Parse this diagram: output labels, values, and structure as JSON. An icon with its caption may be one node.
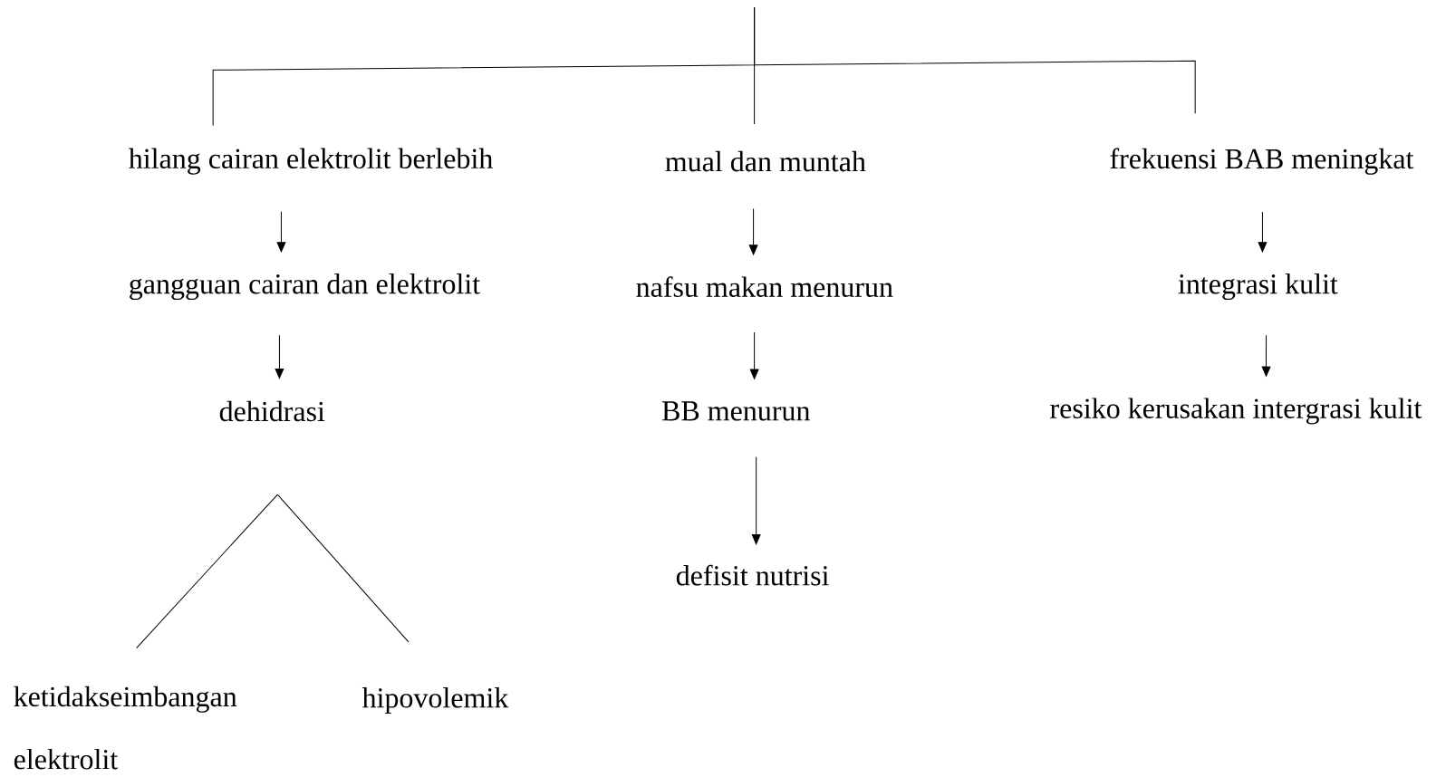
{
  "diagram": {
    "nodes": [
      {
        "text": [
          "hilang cairan elektrolit berlebih"
        ]
      },
      {
        "text": [
          "mual dan muntah"
        ]
      },
      {
        "text": [
          "frekuensi BAB meningkat"
        ]
      },
      {
        "text": [
          "gangguan cairan dan elektrolit"
        ]
      },
      {
        "text": [
          "nafsu makan menurun"
        ]
      },
      {
        "text": [
          "integrasi kulit"
        ]
      },
      {
        "text": [
          "dehidrasi"
        ]
      },
      {
        "text": [
          "BB menurun"
        ]
      },
      {
        "text": [
          "resiko kerusakan intergrasi kulit"
        ]
      },
      {
        "text": [
          "defisit nutrisi"
        ]
      },
      {
        "text": [
          "ketidakseimbangan elektrolit"
        ]
      },
      {
        "text": [
          "hipovolemik"
        ]
      }
    ],
    "edges": [
      {
        "from": null,
        "to": 0,
        "arrow": "none"
      },
      {
        "from": null,
        "to": 1,
        "arrow": "none"
      },
      {
        "from": null,
        "to": 2,
        "arrow": "none"
      },
      {
        "from": 0,
        "to": 3,
        "arrow": "to"
      },
      {
        "from": 3,
        "to": 6,
        "arrow": "to"
      },
      {
        "from": 1,
        "to": 4,
        "arrow": "to"
      },
      {
        "from": 4,
        "to": 7,
        "arrow": "to"
      },
      {
        "from": 7,
        "to": 9,
        "arrow": "to"
      },
      {
        "from": 2,
        "to": 5,
        "arrow": "to"
      },
      {
        "from": 5,
        "to": 8,
        "arrow": "to"
      },
      {
        "from": 6,
        "to": 10,
        "arrow": "none"
      },
      {
        "from": 6,
        "to": 11,
        "arrow": "none"
      }
    ]
  }
}
